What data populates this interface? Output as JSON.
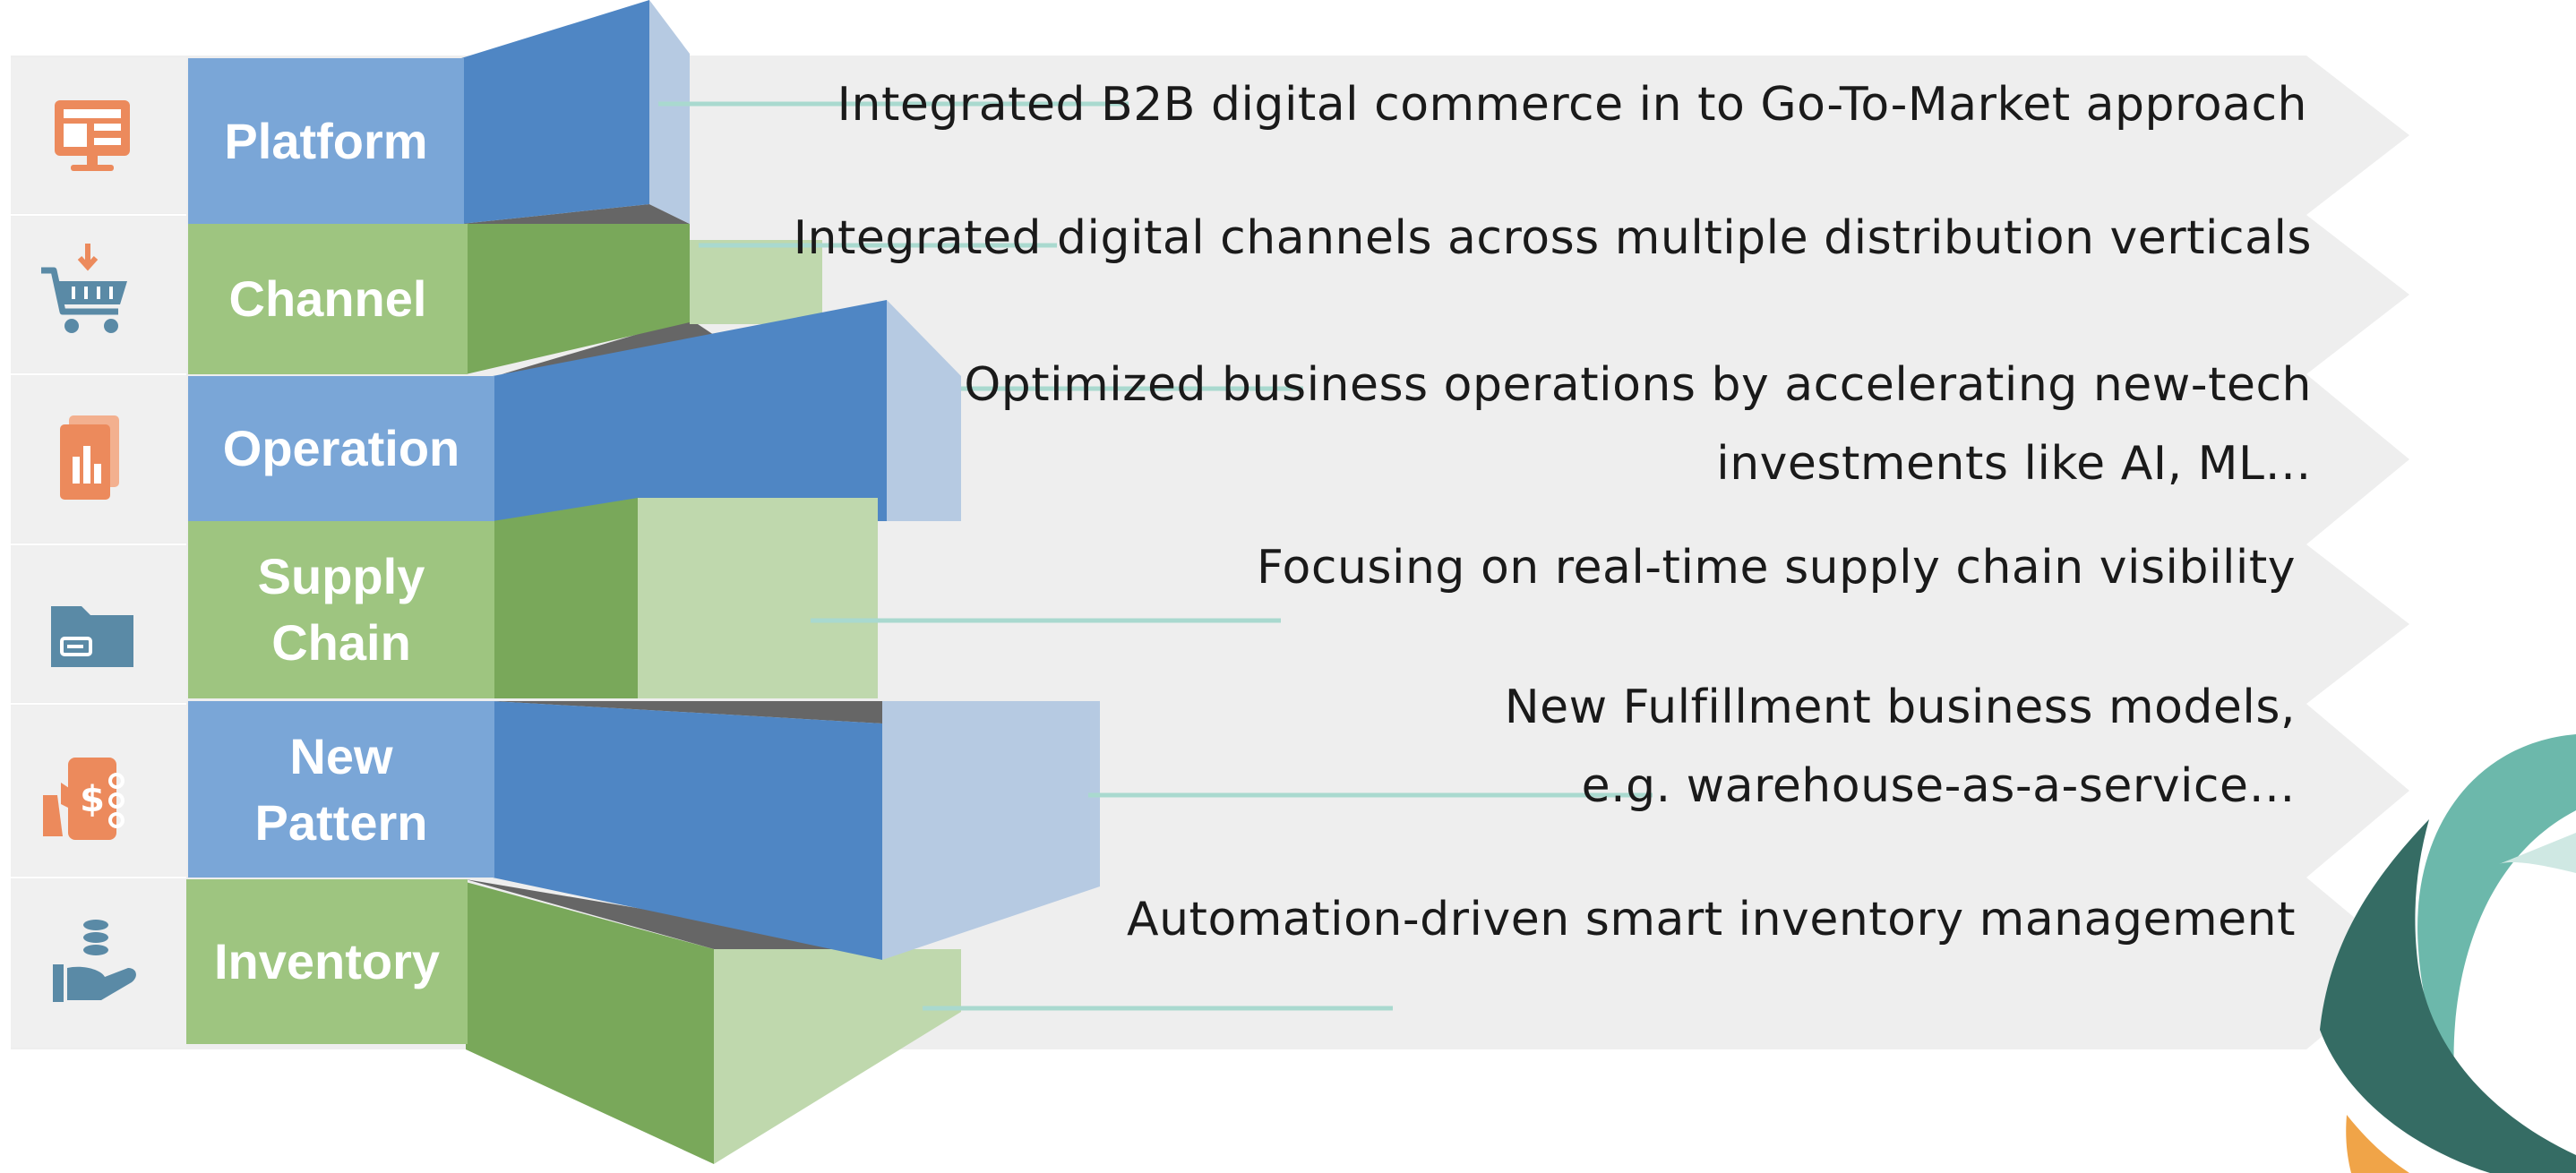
{
  "colors": {
    "row_bg": "#eeeeee",
    "icon_cell_bg": "#f0f0f0",
    "blue_label": "#7aa6d7",
    "blue_front": "#4f86c4",
    "blue_side": "#b6cae2",
    "green_label": "#9ec580",
    "green_front": "#79a85a",
    "green_side": "#bfd8ad",
    "shadow": "#666666",
    "connector": "#a9d9cf",
    "icon_orange": "#ec8a5c",
    "icon_slate": "#5a8aa6",
    "leaf_teal": "#6cb8ab",
    "leaf_dark": "#356c64",
    "leaf_orange": "#f0a448"
  },
  "rows": [
    {
      "icon": "monitor-layout-icon",
      "label_lines": [
        "Platform"
      ],
      "desc_lines": [
        "Integrated B2B digital commerce in to Go-To-Market approach"
      ]
    },
    {
      "icon": "shopping-cart-icon",
      "label_lines": [
        "Channel"
      ],
      "desc_lines": [
        "Integrated digital channels across multiple distribution verticals"
      ]
    },
    {
      "icon": "report-document-icon",
      "label_lines": [
        "Operation"
      ],
      "desc_lines": [
        "Optimized business operations by accelerating new-tech",
        "investments like AI, ML…"
      ]
    },
    {
      "icon": "folder-icon",
      "label_lines": [
        "Supply",
        "Chain"
      ],
      "desc_lines": [
        "Focusing on real-time supply chain visibility"
      ]
    },
    {
      "icon": "mobile-payment-icon",
      "label_lines": [
        "New",
        "Pattern"
      ],
      "desc_lines": [
        "New Fulfillment business models,",
        "e.g. warehouse-as-a-service…"
      ]
    },
    {
      "icon": "hand-coins-icon",
      "label_lines": [
        "Inventory"
      ],
      "desc_lines": [
        "Automation-driven smart inventory management"
      ]
    }
  ]
}
